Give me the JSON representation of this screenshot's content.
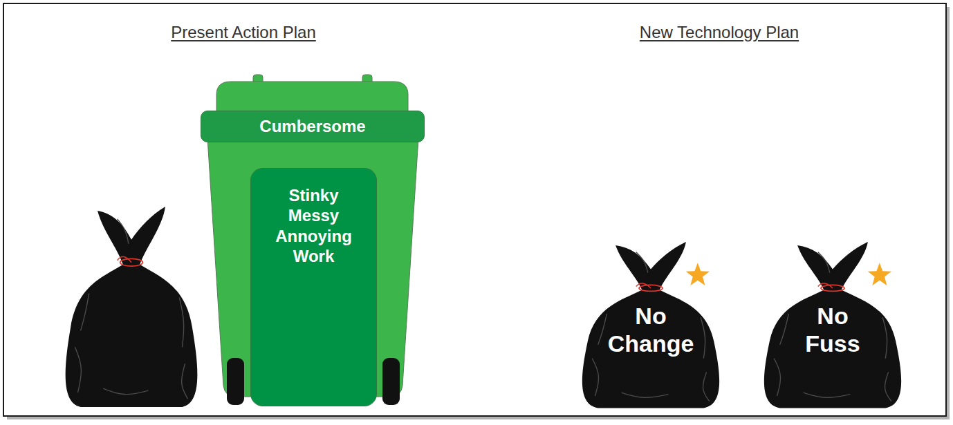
{
  "diagram": {
    "nodes": [
      {
        "text": [
          "Cumbersome"
        ]
      },
      {
        "text": [
          "Stinky Messy Annoying Work"
        ]
      },
      {
        "text": [
          "No Change"
        ]
      },
      {
        "text": [
          "No Fuss"
        ]
      }
    ],
    "labels": [
      "Present Action Plan",
      "New Technology Plan"
    ]
  }
}
